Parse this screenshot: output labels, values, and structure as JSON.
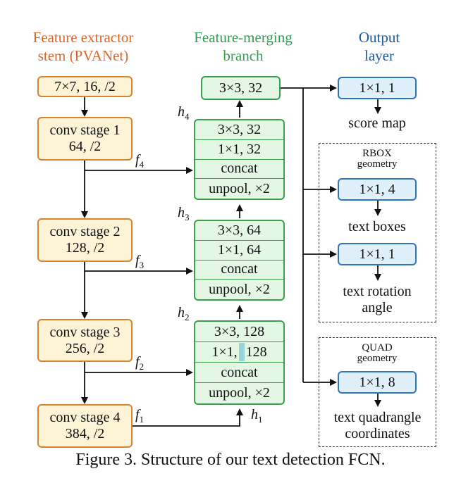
{
  "headers": {
    "stem": [
      "Feature extractor",
      "stem (PVANet)"
    ],
    "merge": [
      "Feature-merging",
      "branch"
    ],
    "output": [
      "Output",
      "layer"
    ]
  },
  "stem": {
    "first": "7×7, 16, /2",
    "stage1": [
      "conv stage 1",
      "64, /2"
    ],
    "stage2": [
      "conv stage 2",
      "128, /2"
    ],
    "stage3": [
      "conv stage 3",
      "256, /2"
    ],
    "stage4": [
      "conv stage 4",
      "384, /2"
    ]
  },
  "merge": {
    "top": "3×3, 32",
    "block4": [
      "3×3, 32",
      "1×1, 32",
      "concat",
      "unpool, ×2"
    ],
    "block3": [
      "3×3, 64",
      "1×1, 64",
      "concat",
      "unpool, ×2"
    ],
    "block2": [
      "3×3, 128",
      "1×1,",
      "128",
      "concat",
      "unpool, ×2"
    ]
  },
  "labels": {
    "h": "h",
    "f": "f",
    "h4": "4",
    "h3": "3",
    "h2": "2",
    "h1": "1",
    "f4": "4",
    "f3": "3",
    "f2": "2",
    "f1": "1"
  },
  "output": {
    "score_conv": "1×1, 1",
    "score_label": "score map",
    "rbox_title": [
      "RBOX",
      "geometry"
    ],
    "rbox_conv": "1×1, 4",
    "rbox_label": "text boxes",
    "rot_conv": "1×1, 1",
    "rot_label": [
      "text rotation",
      "angle"
    ],
    "quad_title": [
      "QUAD",
      "geometry"
    ],
    "quad_conv": "1×1, 8",
    "quad_label": [
      "text quadrangle",
      "coordinates"
    ]
  },
  "caption": "Figure 3. Structure of our text detection FCN."
}
